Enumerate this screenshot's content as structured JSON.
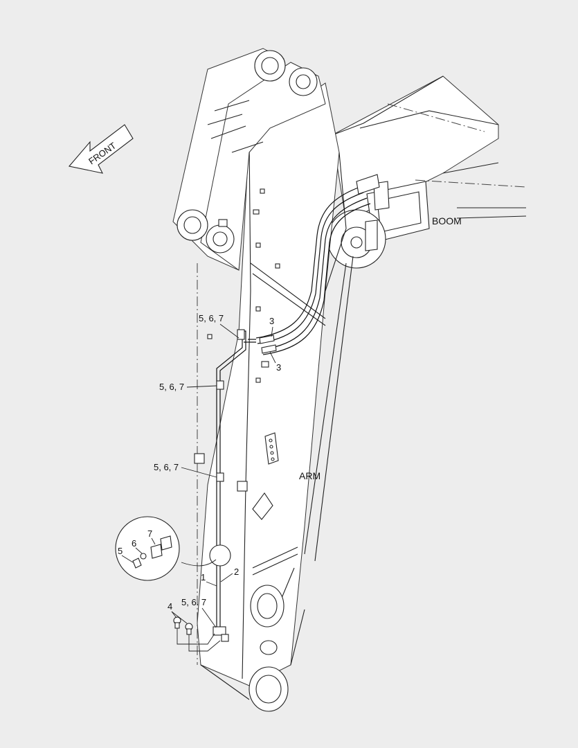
{
  "labels": {
    "front": "FRONT",
    "boom": "BOOM",
    "arm": "ARM"
  },
  "callouts": {
    "c_3_upper": "3",
    "c_3_lower": "3",
    "c_567_top": "5, 6, 7",
    "c_567_mid1": "5, 6, 7",
    "c_567_mid2": "5, 6, 7",
    "c_567_bottom": "5, 6. 7",
    "c_1": "1",
    "c_2": "2",
    "c_4": "4",
    "detail_5": "5",
    "detail_6": "6",
    "detail_7": "7"
  }
}
